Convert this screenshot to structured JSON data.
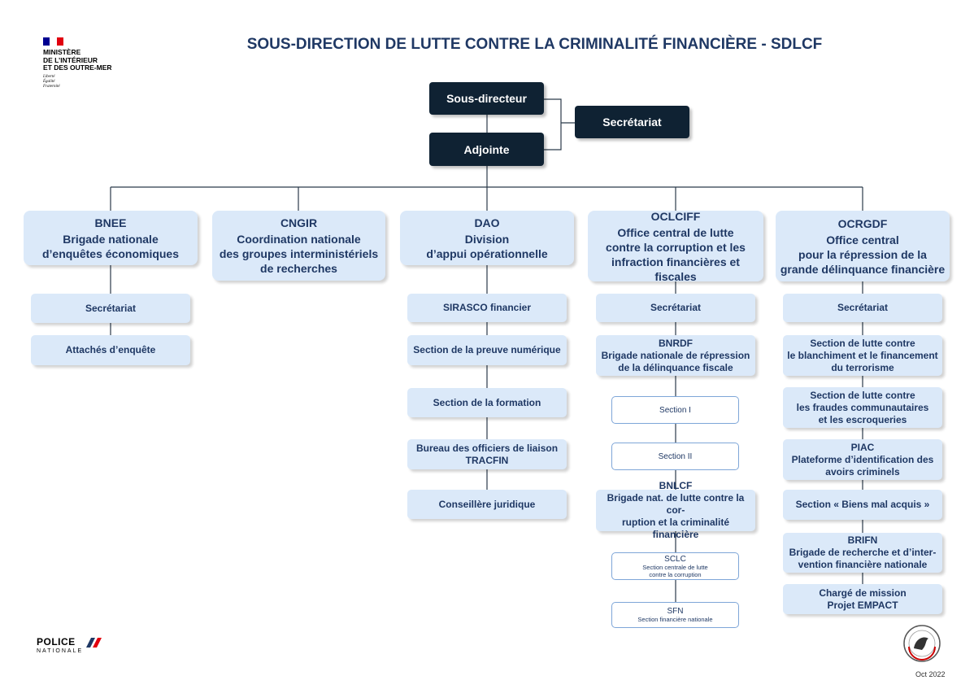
{
  "title": "SOUS-DIRECTION DE LUTTE CONTRE LA CRIMINALITÉ FINANCIÈRE - SDLCF",
  "logo": {
    "name_lines": [
      "MINISTÈRE",
      "DE L’INTÉRIEUR",
      "ET DES OUTRE-MER"
    ],
    "motto_lines": [
      "Liberté",
      "Égalité",
      "Fraternité"
    ],
    "flag_colors": [
      "#000091",
      "#ffffff",
      "#e1000f"
    ]
  },
  "top": {
    "sous_directeur": "Sous-directeur",
    "adjointe": "Adjointe",
    "secretariat": "Secrétariat"
  },
  "columns": [
    {
      "abbr": "BNEE",
      "name_lines": [
        "Brigade nationale",
        "d’enquêtes économiques"
      ]
    },
    {
      "abbr": "CNGIR",
      "name_lines": [
        "Coordination nationale",
        "des groupes interministériels",
        "de recherches"
      ]
    },
    {
      "abbr": "DAO",
      "name_lines": [
        "Division",
        "d’appui opérationnelle"
      ]
    },
    {
      "abbr": "OCLCIFF",
      "name_lines": [
        "Office central de lutte",
        "contre la corruption et les",
        "infraction financières et fiscales"
      ]
    },
    {
      "abbr": "OCRGDF",
      "name_lines": [
        "Office central",
        "pour la répression de la",
        "grande délinquance financière"
      ]
    }
  ],
  "bnee_units": [
    {
      "lines": [
        "Secrétariat"
      ]
    },
    {
      "lines": [
        "Attachés d’enquête"
      ]
    }
  ],
  "dao_units": [
    {
      "lines": [
        "SIRASCO financier"
      ]
    },
    {
      "lines": [
        "Section de la preuve numérique"
      ]
    },
    {
      "lines": [
        "Section de la formation"
      ]
    },
    {
      "lines": [
        "Bureau des officiers de liaison",
        "TRACFIN"
      ]
    },
    {
      "lines": [
        "Conseillère juridique"
      ]
    }
  ],
  "ocl_units": {
    "secretariat": "Secrétariat",
    "bnrdf": [
      "BNRDF",
      "Brigade nationale de répression",
      "de la délinquance fiscale"
    ],
    "section1": "Section I",
    "section2": "Section II",
    "bnlcf": [
      "BNLCF",
      "Brigade nat. de lutte contre la cor-",
      "ruption et la criminalité financière"
    ],
    "sclc": [
      "SCLC",
      "Section centrale de lutte",
      "contre la corruption"
    ],
    "sfn": [
      "SFN",
      "Section financière nationale"
    ]
  },
  "ocrg_units": [
    {
      "lines": [
        "Secrétariat"
      ]
    },
    {
      "lines": [
        "Section de lutte contre",
        "le blanchiment et le financement",
        "du terrorisme"
      ]
    },
    {
      "lines": [
        "Section de lutte contre",
        "les fraudes communautaires",
        "et les escroqueries"
      ]
    },
    {
      "lines": [
        "PIAC",
        "Plateforme d’identification des",
        "avoirs criminels"
      ]
    },
    {
      "lines": [
        "Section « Biens mal acquis »"
      ]
    },
    {
      "lines": [
        "BRIFN",
        "Brigade de recherche et d’inter-",
        "vention financière nationale"
      ]
    },
    {
      "lines": [
        "Chargé de mission",
        "Projet EMPACT"
      ]
    }
  ],
  "footer": {
    "police": "POLICE",
    "nationale": "NATIONALE",
    "date": "Oct 2022"
  }
}
